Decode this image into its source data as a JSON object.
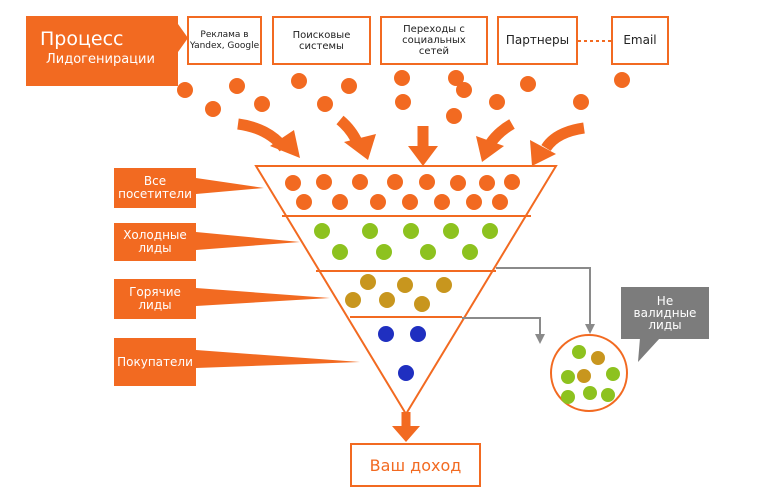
{
  "title": {
    "line1": "Процесс",
    "line2": "Лидогенирации"
  },
  "sources": [
    {
      "label": "Реклама в\nYandex, Google"
    },
    {
      "label": "Поисковые\nсистемы"
    },
    {
      "label": "Переходы с\nсоциальных\nсетей"
    },
    {
      "label": "Партнеры"
    },
    {
      "label": "Email"
    }
  ],
  "stages": [
    {
      "label": "Все\nпосетители"
    },
    {
      "label": "Холодные\nлиды"
    },
    {
      "label": "Горячие\nлиды"
    },
    {
      "label": "Покупатели"
    }
  ],
  "invalid_label": "Не\nвалидные\nлиды",
  "result_label": "Ваш доход",
  "colors": {
    "orange": "#f26a21",
    "green": "#8dc21f",
    "gold": "#c8961e",
    "blue": "#1f2fc0",
    "gray": "#7c7c7c"
  }
}
